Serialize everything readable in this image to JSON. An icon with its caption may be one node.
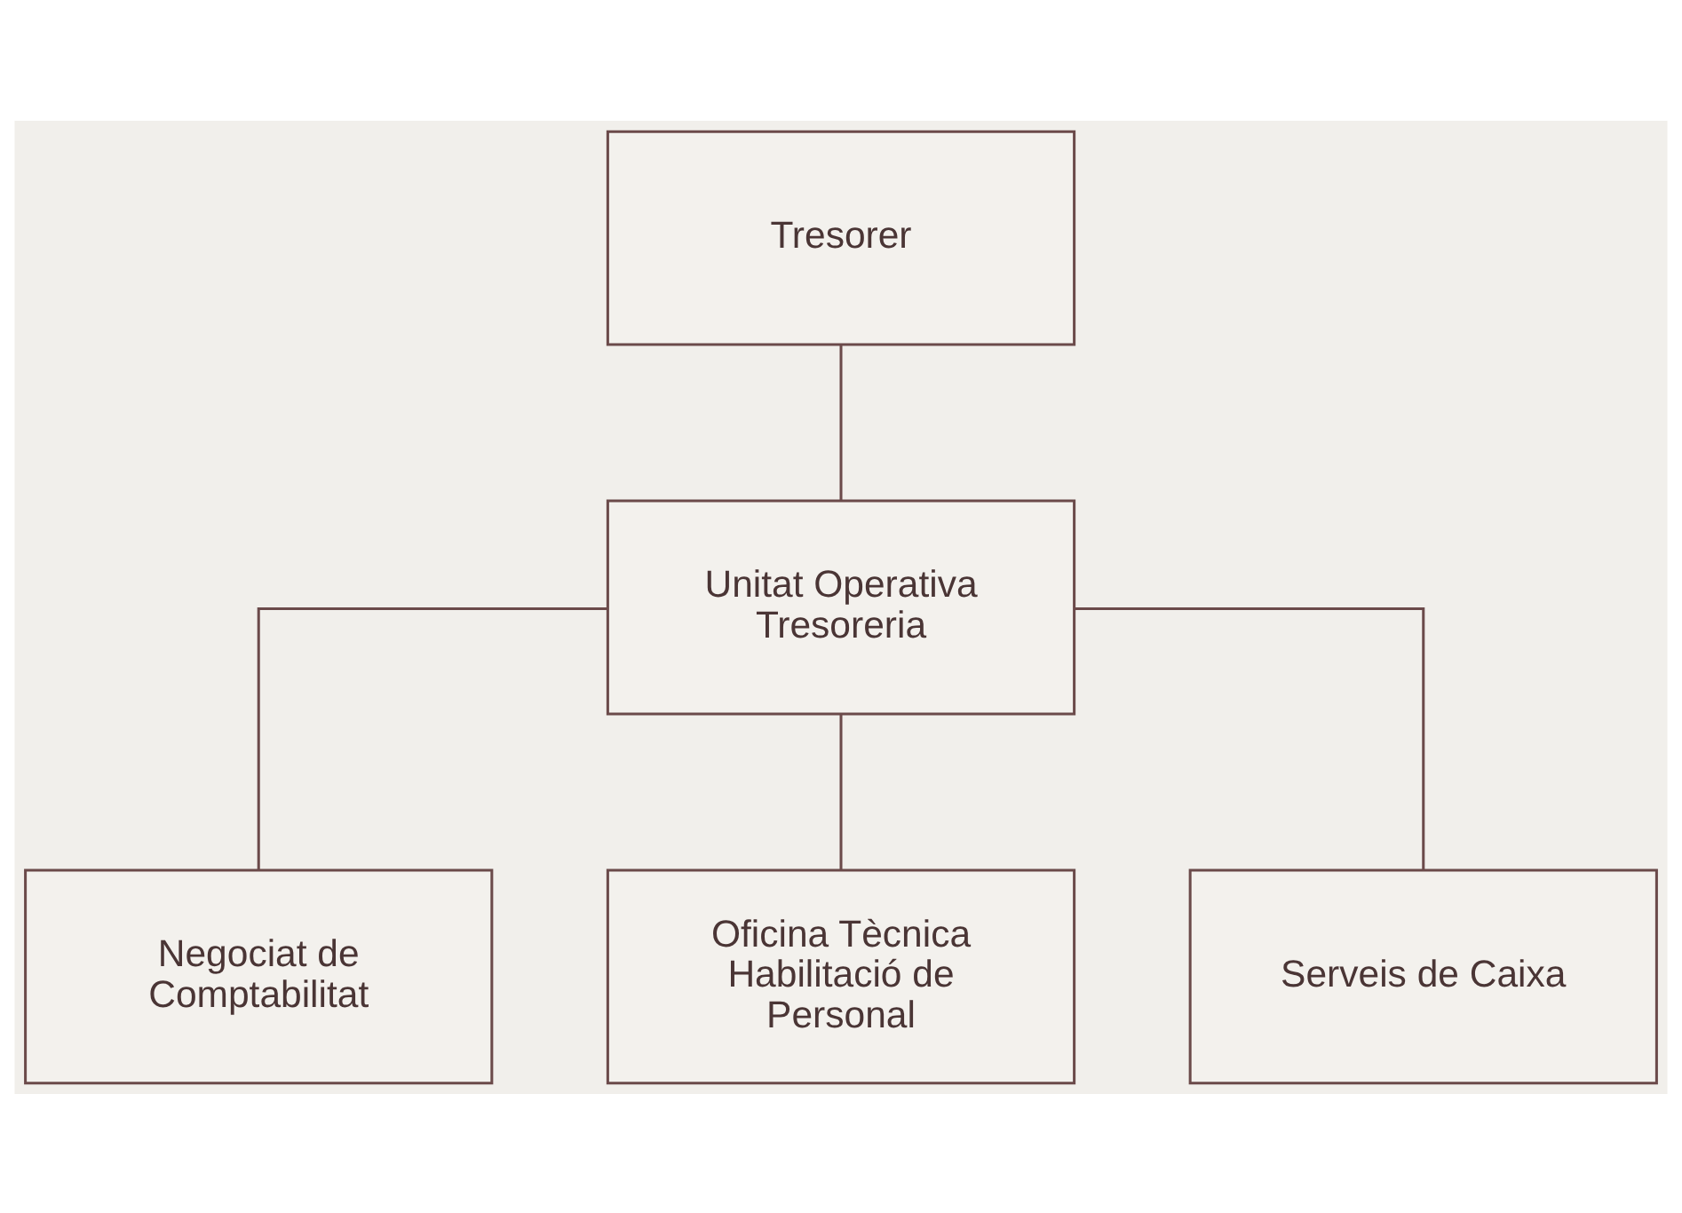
{
  "diagram": {
    "nodes": [
      {
        "text": [
          "Tresorer"
        ]
      },
      {
        "text": [
          "Unitat Operativa Tresoreria"
        ]
      },
      {
        "text": [
          "Negociat de Comptabilitat"
        ]
      },
      {
        "text": [
          "Oficina Tècnica Habilitació de Personal"
        ]
      },
      {
        "text": [
          "Serveis de Caixa"
        ]
      }
    ],
    "edges": [
      {
        "from": 0,
        "to": 1,
        "arrow": "none"
      },
      {
        "from": 1,
        "to": 2,
        "arrow": "none"
      },
      {
        "from": 1,
        "to": 3,
        "arrow": "none"
      },
      {
        "from": 1,
        "to": 4,
        "arrow": "none"
      }
    ]
  }
}
